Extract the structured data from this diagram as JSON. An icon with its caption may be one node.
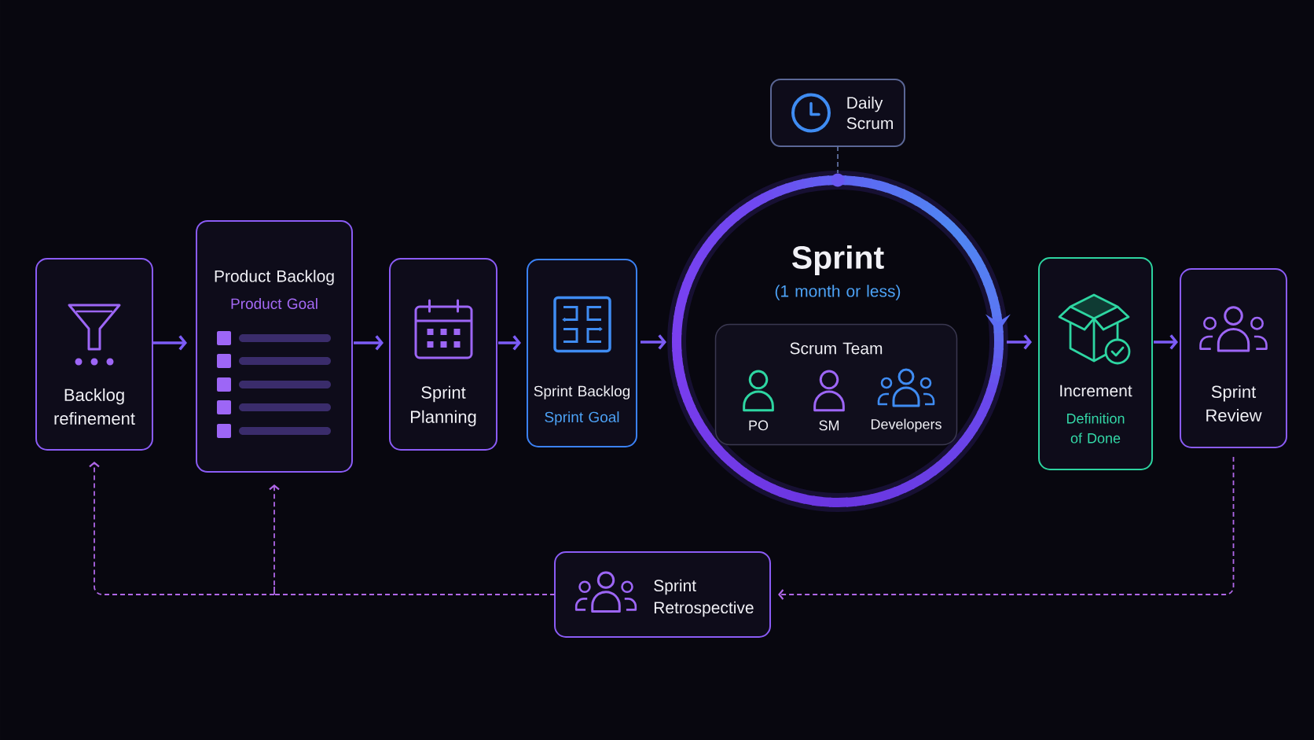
{
  "diagram": {
    "nodes": [
      {
        "text": [
          "Backlog refinement"
        ]
      },
      {
        "text": [
          "Product Backlog",
          "Product Goal"
        ]
      },
      {
        "text": [
          "Sprint Planning"
        ]
      },
      {
        "text": [
          "Sprint Backlog",
          "Sprint Goal"
        ]
      },
      {
        "text": [
          "Daily Scrum"
        ]
      },
      {
        "text": [
          "Sprint",
          "(1 month or less)"
        ]
      },
      {
        "text": [
          "Scrum Team"
        ],
        "in": 5
      },
      {
        "text": [
          "PO"
        ],
        "in": 6
      },
      {
        "text": [
          "SM"
        ],
        "in": 6
      },
      {
        "text": [
          "Developers"
        ],
        "in": 6
      },
      {
        "text": [
          "Increment",
          "Definition of Done"
        ]
      },
      {
        "text": [
          "Sprint Review"
        ]
      },
      {
        "text": [
          "Sprint Retrospective"
        ]
      }
    ],
    "edges": [
      {
        "from": 0,
        "to": 1,
        "arrow": "to"
      },
      {
        "from": 1,
        "to": 2,
        "arrow": "to"
      },
      {
        "from": 2,
        "to": 3,
        "arrow": "to"
      },
      {
        "from": 3,
        "to": 5,
        "arrow": "to"
      },
      {
        "from": 5,
        "to": 10,
        "arrow": "to"
      },
      {
        "from": 10,
        "to": 11,
        "arrow": "to"
      },
      {
        "from": 4,
        "to": 5,
        "arrow": "none",
        "style": "dashed",
        "color": "#5f6f9f"
      },
      {
        "from": 11,
        "to": 12,
        "arrow": "to",
        "style": "dashed",
        "color": "#b067e8"
      },
      {
        "from": 12,
        "to": 0,
        "arrow": "to",
        "style": "dashed",
        "color": "#b067e8"
      },
      {
        "from": 12,
        "to": 1,
        "arrow": "to",
        "style": "dashed",
        "color": "#b067e8"
      }
    ]
  }
}
